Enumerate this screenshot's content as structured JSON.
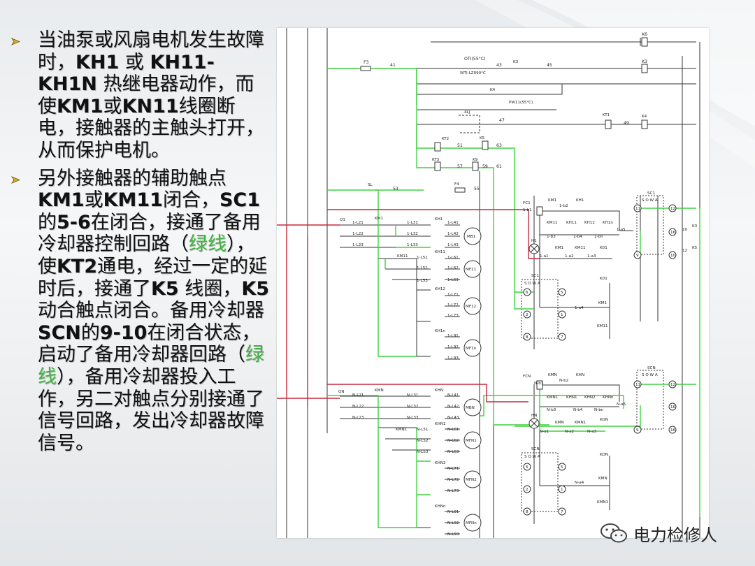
{
  "bullets": [
    {
      "segments": [
        {
          "text": "当油泵或风扇电机发生故障时，"
        },
        {
          "text": "KH1",
          "bold": true
        },
        {
          "text": " 或 "
        },
        {
          "text": "KH11-KH1N",
          "bold": true
        },
        {
          "text": " 热继电器动作，而使"
        },
        {
          "text": "KM1",
          "bold": true
        },
        {
          "text": "或"
        },
        {
          "text": "KN11",
          "bold": true
        },
        {
          "text": "线圈断电，接触器的主触头打开，从而保护电机。"
        }
      ]
    },
    {
      "segments": [
        {
          "text": "另外接触器的辅助触点"
        },
        {
          "text": "KM1",
          "bold": true
        },
        {
          "text": "或"
        },
        {
          "text": "KM11",
          "bold": true
        },
        {
          "text": "闭合，"
        },
        {
          "text": "SC1",
          "bold": true
        },
        {
          "text": "的"
        },
        {
          "text": "5-6",
          "bold": true
        },
        {
          "text": "在闭合，接通了备用冷却器控制回路（"
        },
        {
          "text": "绿线",
          "green": true
        },
        {
          "text": "），使"
        },
        {
          "text": "KT2",
          "bold": true
        },
        {
          "text": "通电，经过一定的延时后，接通了"
        },
        {
          "text": "K5",
          "bold": true
        },
        {
          "text": " 线圈，"
        },
        {
          "text": "K5",
          "bold": true
        },
        {
          "text": " 动合触点闭合。备用冷却器"
        },
        {
          "text": "SCN",
          "bold": true
        },
        {
          "text": "的"
        },
        {
          "text": "9-10",
          "bold": true
        },
        {
          "text": "在闭合状态，启动了备用冷却器回路（"
        },
        {
          "text": "绿线",
          "green": true
        },
        {
          "text": "），备用冷却器投入工作，另二对触点分别接通了信号回路，发出冷却器故障信号。"
        }
      ]
    }
  ],
  "watermark": {
    "text": "电力检修人"
  },
  "colors": {
    "green_line": "#3fd23f",
    "red_line": "#c8283c",
    "wire": "#333333"
  },
  "diagram": {
    "labels": {
      "k6": "K6",
      "k3": "K3",
      "f3": "F3",
      "n41": "41",
      "oti": "OTI(55°C)",
      "n43": "43",
      "n45": "45",
      "wti": "WTI-LZ090°C",
      "k4": "K4",
      "pw11": "PW11(55°C)",
      "lj4": "4LJ",
      "n47": "47",
      "kt1": "KT1",
      "n49": "49",
      "kt2": "KT2",
      "n51": "51",
      "k5": "K5",
      "n63": "63",
      "kt3": "KT3",
      "n57": "57",
      "k9": "K9",
      "n59": "59",
      "n61": "61",
      "sl": "SL",
      "n53": "53",
      "f4": "F4",
      "n55": "55",
      "fc1": "FC1",
      "b1": "1-b1",
      "km1": "KM1",
      "b2": "1-b2",
      "kh1": "KH1",
      "sc1": "SC1",
      "sowa": "S O W A",
      "q1": "Q1",
      "l21": "1-L21",
      "l22": "1-L22",
      "l23": "1-L23",
      "l31": "1-L31",
      "l41": "1-L41",
      "l32": "1-L32",
      "l42": "1-L42",
      "l33": "1-L33",
      "l43": "1-L43",
      "mb1": "MB1",
      "km11": "KM11",
      "kh11": "KH11",
      "kh12": "KH12",
      "kh1n": "KH1n",
      "b3": "1-b3",
      "b4": "1-b4",
      "bn": "1-bn",
      "a5": "1-a5",
      "h1": "H1",
      "a1": "1-a1",
      "a2": "1-a2",
      "a3": "1-a3",
      "k01": "K01",
      "l51": "1-L51",
      "l61": "1-L61",
      "l52": "1-L52",
      "l62": "1-L62",
      "l53": "1-L53",
      "l63": "1-L63",
      "mf11": "MF11",
      "l71": "1-L71",
      "l72": "1-L72",
      "l73": "1-L73",
      "mf12": "MF12",
      "l91": "1-L91",
      "l92": "1-L92",
      "l93": "1-L93",
      "mf1n": "MF1n",
      "a4": "1-a4",
      "n10": "10",
      "n12": "12",
      "fcn": "FCN",
      "nb1": "N-b1",
      "kmn": "KMN",
      "nb2": "N-b2",
      "khn": "KHN",
      "scn": "SCN",
      "qn": "QN",
      "nl21": "N-L21",
      "nl22": "N-L22",
      "nl23": "N-L23",
      "nl31": "N-L31",
      "nl41": "N-L41",
      "nl32": "N-L32",
      "nl42": "N-L42",
      "nl33": "N-L33",
      "nl43": "N-L43",
      "mbn": "MBN",
      "kmn1": "KMN1",
      "khn1": "KHN1",
      "khn2": "KHN2",
      "khnn": "KHNn",
      "nb3": "N-b3",
      "nb4": "N-b4",
      "nbn": "N-bn",
      "na5": "N-a5",
      "hn": "HN",
      "na1": "N-a1",
      "na2": "N-a2",
      "na3": "N-a3",
      "kon": "KON",
      "nl51": "N-L51",
      "nl61": "N-L61",
      "nl52": "N-L52",
      "nl62": "N-L62",
      "nl53": "N-L53",
      "nl63": "N-L63",
      "mfn1": "MFN1",
      "nl71": "N-L71",
      "nl72": "N-L72",
      "nl73": "N-L73",
      "mfn2": "MFN2",
      "nl91": "N-L91",
      "nl92": "N-L92",
      "nl93": "N-L93",
      "mfnn": "MFNn",
      "na4": "N-a4",
      "t5": "5",
      "t6": "6",
      "t1": "1",
      "t2": "2",
      "t7": "7",
      "t8": "8",
      "t9": "9",
      "t11": "11",
      "t13": "13",
      "t16": "16"
    }
  }
}
